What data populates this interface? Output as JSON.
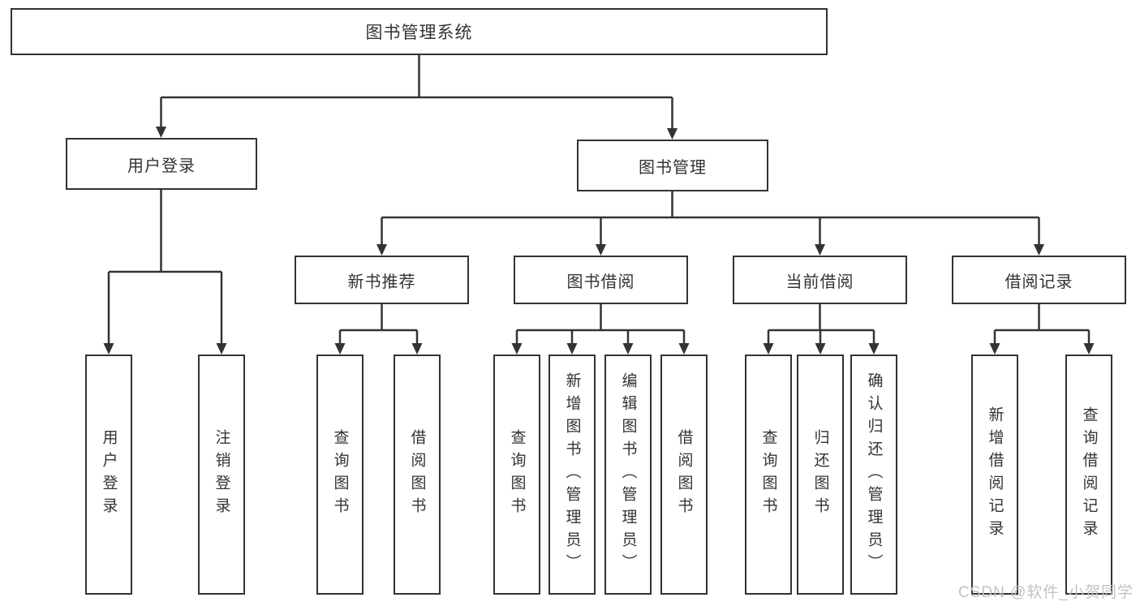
{
  "diagram": {
    "root": {
      "label": "图书管理系统"
    },
    "user_login": {
      "label": "用户登录",
      "children": [
        {
          "label": "用户登录"
        },
        {
          "label": "注销登录"
        }
      ]
    },
    "book_management": {
      "label": "图书管理",
      "children": [
        {
          "label": "新书推荐",
          "children": [
            {
              "label": "查询图书"
            },
            {
              "label": "借阅图书"
            }
          ]
        },
        {
          "label": "图书借阅",
          "children": [
            {
              "label": "查询图书"
            },
            {
              "label": "新增图书（管理员）"
            },
            {
              "label": "编辑图书（管理员）"
            },
            {
              "label": "借阅图书"
            }
          ]
        },
        {
          "label": "当前借阅",
          "children": [
            {
              "label": "查询图书"
            },
            {
              "label": "归还图书"
            },
            {
              "label": "确认归还（管理员）"
            }
          ]
        },
        {
          "label": "借阅记录",
          "children": [
            {
              "label": "新增借阅记录"
            },
            {
              "label": "查询借阅记录"
            }
          ]
        }
      ]
    }
  },
  "watermark": {
    "text": "CSDN @软件_小贺同学"
  },
  "colors": {
    "line": "#333333",
    "border": "#333333",
    "text": "#333333",
    "watermark_text": "#c3c3c3",
    "background": "#ffffff"
  }
}
